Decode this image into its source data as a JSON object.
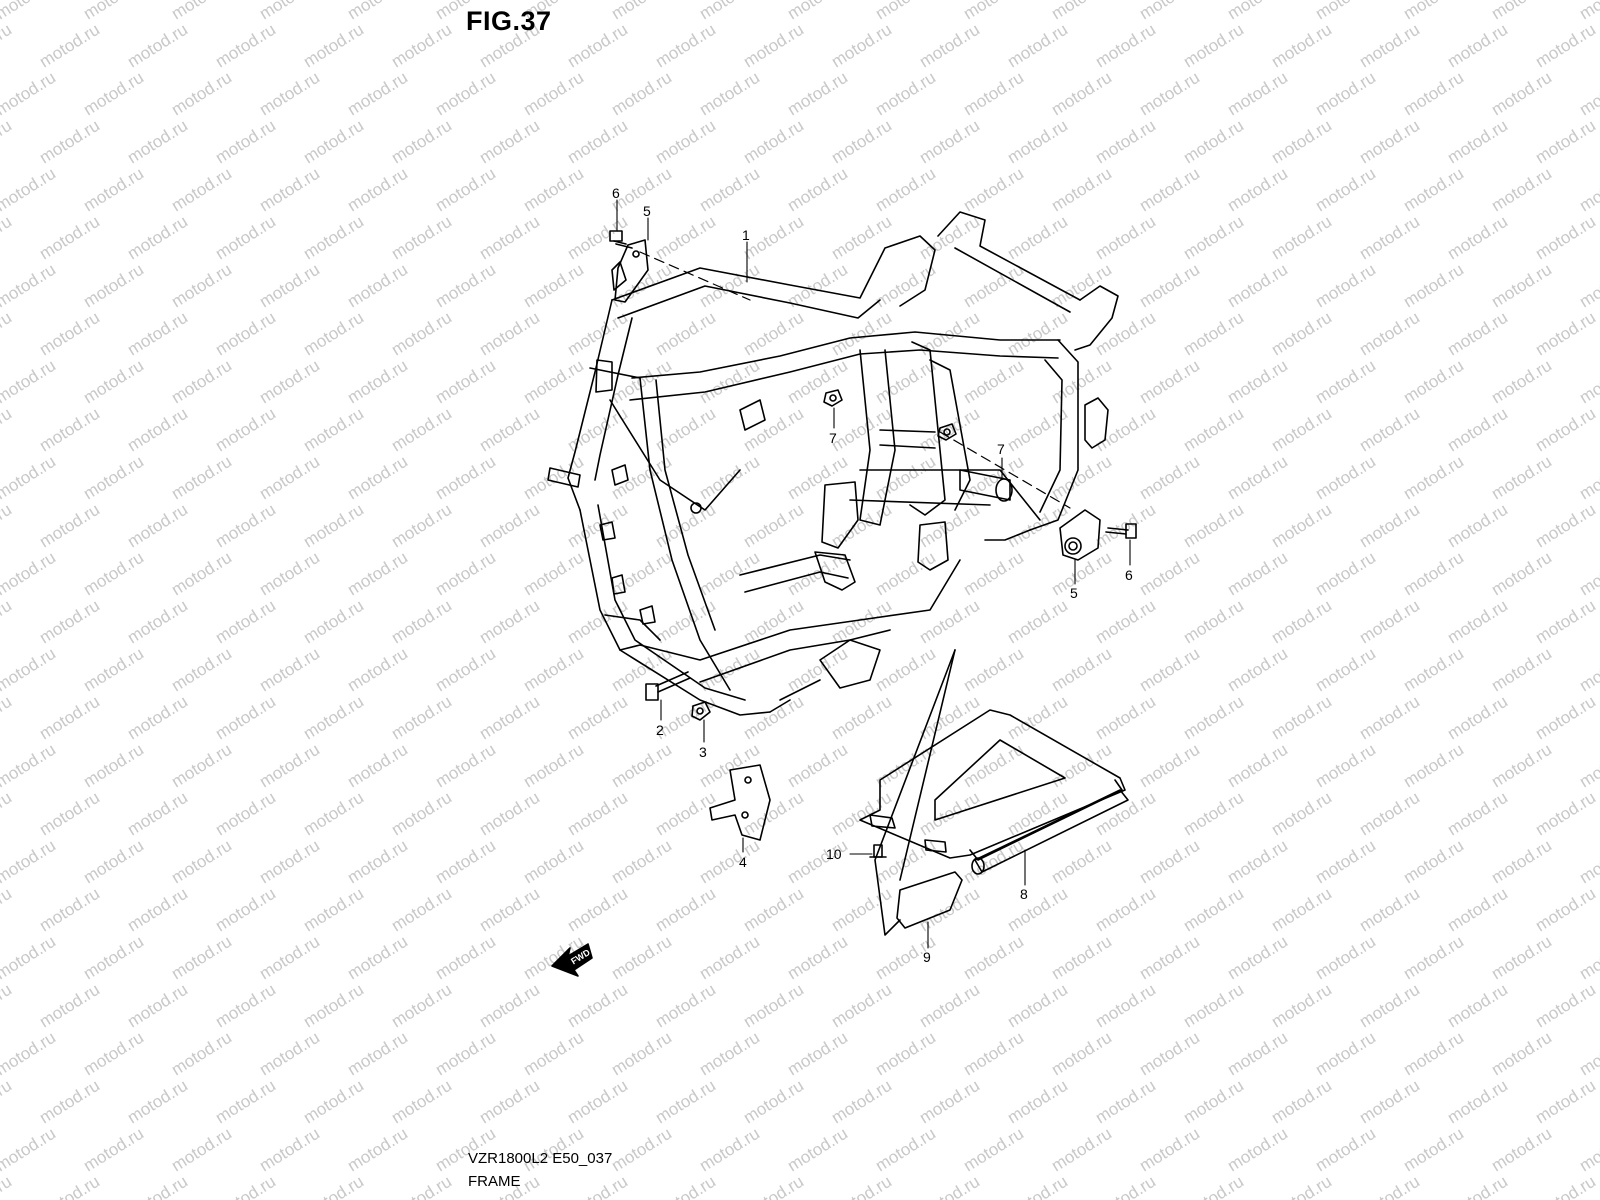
{
  "figure": {
    "title": "FIG.37",
    "model_code": "VZR1800L2 E50_037",
    "section_name": "FRAME"
  },
  "watermark": {
    "text": "motod.ru"
  },
  "fwd_arrow": {
    "label": "FWD"
  },
  "callouts": [
    {
      "key": "c1",
      "number": "1"
    },
    {
      "key": "c2",
      "number": "2"
    },
    {
      "key": "c3",
      "number": "3"
    },
    {
      "key": "c4",
      "number": "4"
    },
    {
      "key": "c5a",
      "number": "5"
    },
    {
      "key": "c5b",
      "number": "5"
    },
    {
      "key": "c6a",
      "number": "6"
    },
    {
      "key": "c6b",
      "number": "6"
    },
    {
      "key": "c7a",
      "number": "7"
    },
    {
      "key": "c7b",
      "number": "7"
    },
    {
      "key": "c8",
      "number": "8"
    },
    {
      "key": "c9",
      "number": "9"
    },
    {
      "key": "c10",
      "number": "10"
    }
  ],
  "colors": {
    "line": "#000000",
    "watermark": "#c8c8c8",
    "background": "#ffffff"
  }
}
